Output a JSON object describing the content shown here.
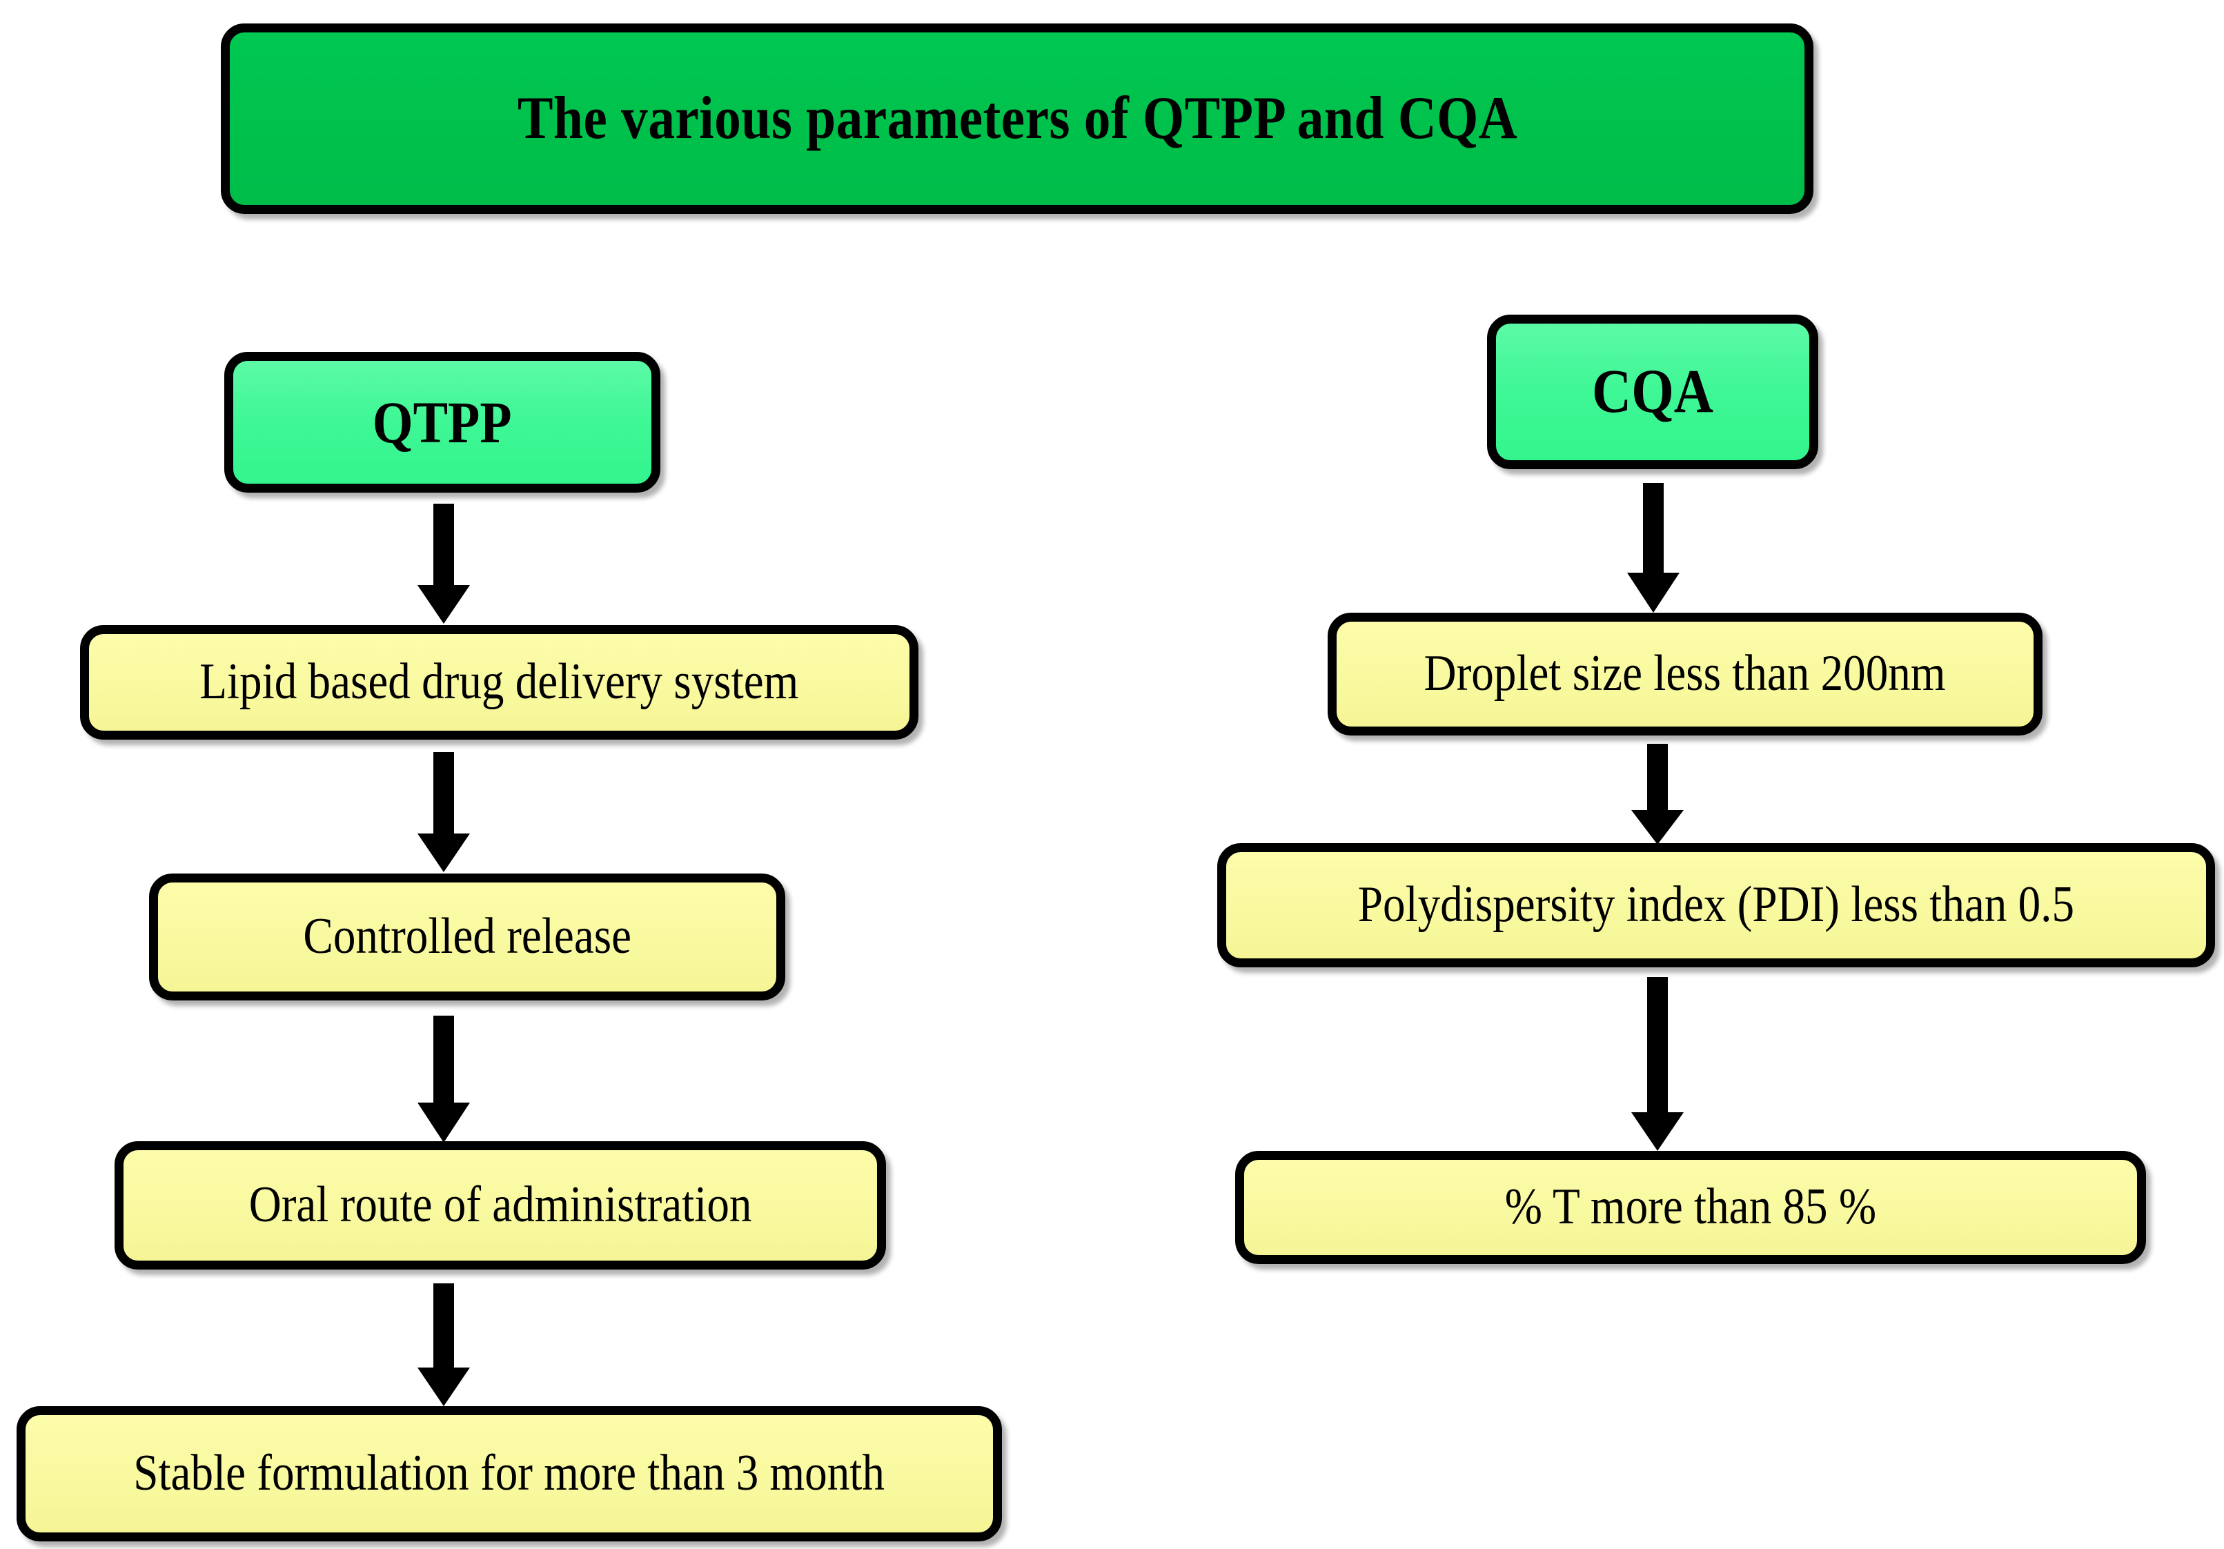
{
  "diagram": {
    "title": "The various parameters of QTPP and CQA",
    "background_color": "#ffffff",
    "colors": {
      "title_box_green": "#00c24d",
      "branch_box_green": "#3ef795",
      "item_box_yellow": "#f9f9a0",
      "border": "#000000",
      "text": "#000000",
      "arrow": "#000000"
    },
    "branches": [
      {
        "name": "QTPP",
        "label": "QTPP",
        "items": [
          {
            "label": "Lipid based drug delivery system"
          },
          {
            "label": "Controlled release"
          },
          {
            "label": "Oral route of administration"
          },
          {
            "label": "Stable formulation for more than 3 month"
          }
        ]
      },
      {
        "name": "CQA",
        "label": "CQA",
        "items": [
          {
            "label": "Droplet size less than 200nm"
          },
          {
            "label": "Polydispersity index (PDI) less than 0.5"
          },
          {
            "label": "% T more than 85 %"
          }
        ]
      }
    ],
    "arrows": {
      "icon": "down-arrow-icon",
      "count": 7,
      "direction": "down"
    }
  }
}
